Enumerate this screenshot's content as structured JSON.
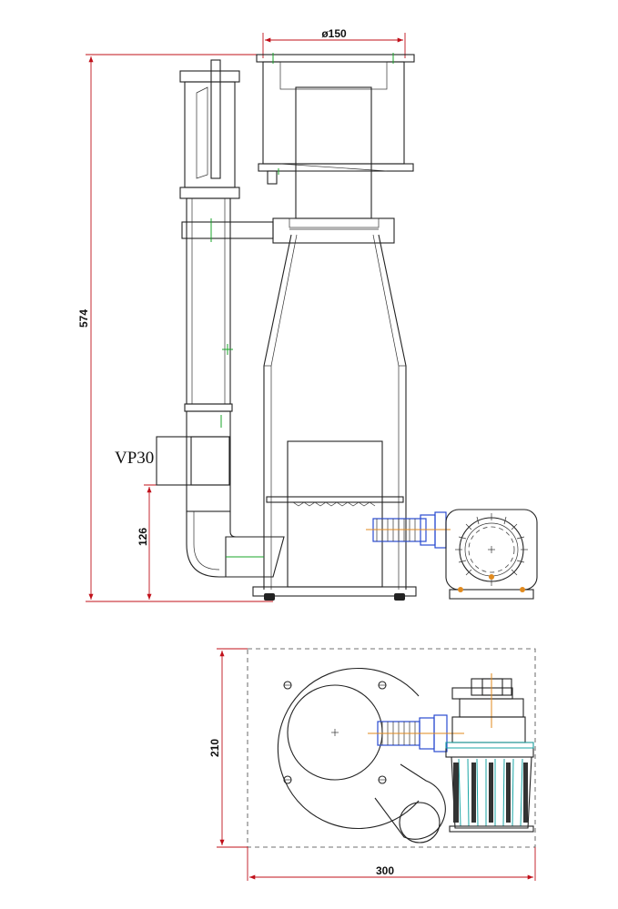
{
  "dimensions": {
    "top_diameter": "ø150",
    "total_height": "574",
    "pump_height": "126",
    "plan_depth": "210",
    "plan_width": "300"
  },
  "labels": {
    "pump_model": "VP30"
  },
  "colors": {
    "dimension": "#c0101a",
    "centerline": "#18a42a",
    "axis": "#e08a1e",
    "fitting": "#2a4bd0",
    "filter": "#1aa6a6"
  }
}
